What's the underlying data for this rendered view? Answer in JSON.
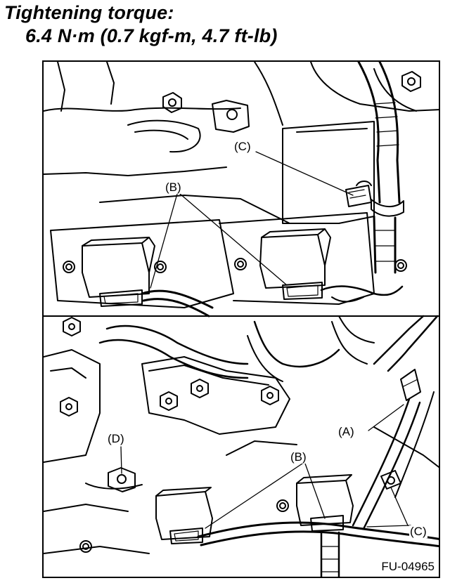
{
  "heading": {
    "line1": "Tightening torque:",
    "line2": "6.4 N·m (0.7 kgf-m, 4.7 ft-lb)"
  },
  "top_panel": {
    "callouts": {
      "c": "(C)",
      "b": "(B)"
    }
  },
  "bottom_panel": {
    "callouts": {
      "a": "(A)",
      "b": "(B)",
      "c": "(C)",
      "d": "(D)"
    }
  },
  "figure_code": "FU-04965"
}
